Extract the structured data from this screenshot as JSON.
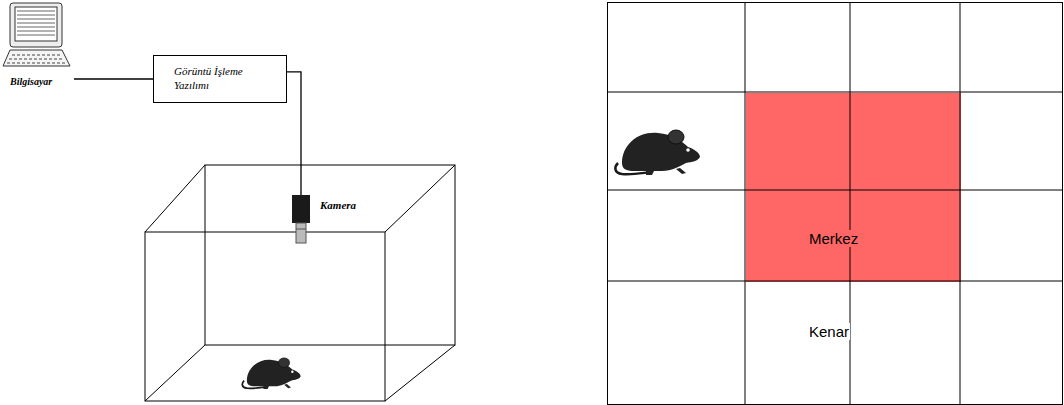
{
  "diagram": {
    "nodes": [
      {
        "text": [
          "Bilgisayar"
        ]
      },
      {
        "text": [
          "Görüntü İşleme Yazılımı"
        ]
      },
      {
        "text": [
          "Kamera"
        ]
      },
      {
        "text": [
          "Kenar"
        ]
      },
      {
        "text": [
          "Merkez"
        ],
        "in": 3
      }
    ],
    "edges": [
      {
        "from": 0,
        "to": 1,
        "arrow": "none"
      },
      {
        "from": 1,
        "to": 2,
        "arrow": "none"
      }
    ]
  }
}
